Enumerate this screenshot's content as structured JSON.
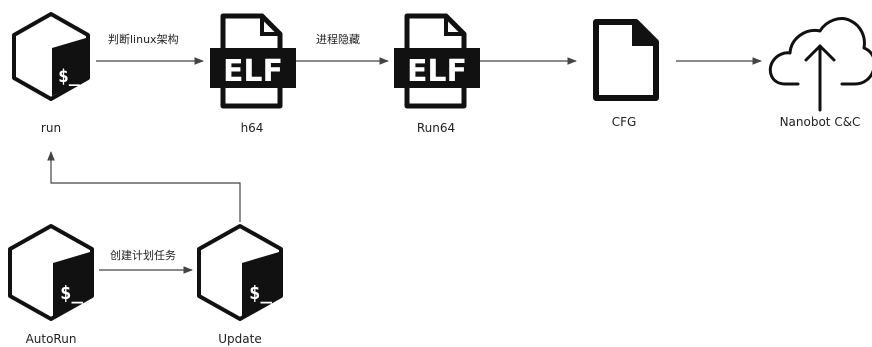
{
  "nodes": {
    "run": {
      "label": "run",
      "icon": "bash-terminal-icon"
    },
    "h64": {
      "label": "h64",
      "icon": "elf-file-icon",
      "icon_text": "ELF"
    },
    "run64": {
      "label": "Run64",
      "icon": "elf-file-icon",
      "icon_text": "ELF"
    },
    "cfg": {
      "label": "CFG",
      "icon": "file-icon"
    },
    "nanobot": {
      "label": "Nanobot C&C",
      "icon": "cloud-upload-icon"
    },
    "autorun": {
      "label": "AutoRun",
      "icon": "bash-terminal-icon"
    },
    "update": {
      "label": "Update",
      "icon": "bash-terminal-icon"
    }
  },
  "edges": {
    "run_to_h64": "判断linux架构",
    "h64_to_run64": "进程隐藏",
    "autorun_to_update": "创建计划任务"
  },
  "terminal_glyph": "$_",
  "colors": {
    "ink": "#111111",
    "line": "#444444",
    "background": "#ffffff"
  }
}
